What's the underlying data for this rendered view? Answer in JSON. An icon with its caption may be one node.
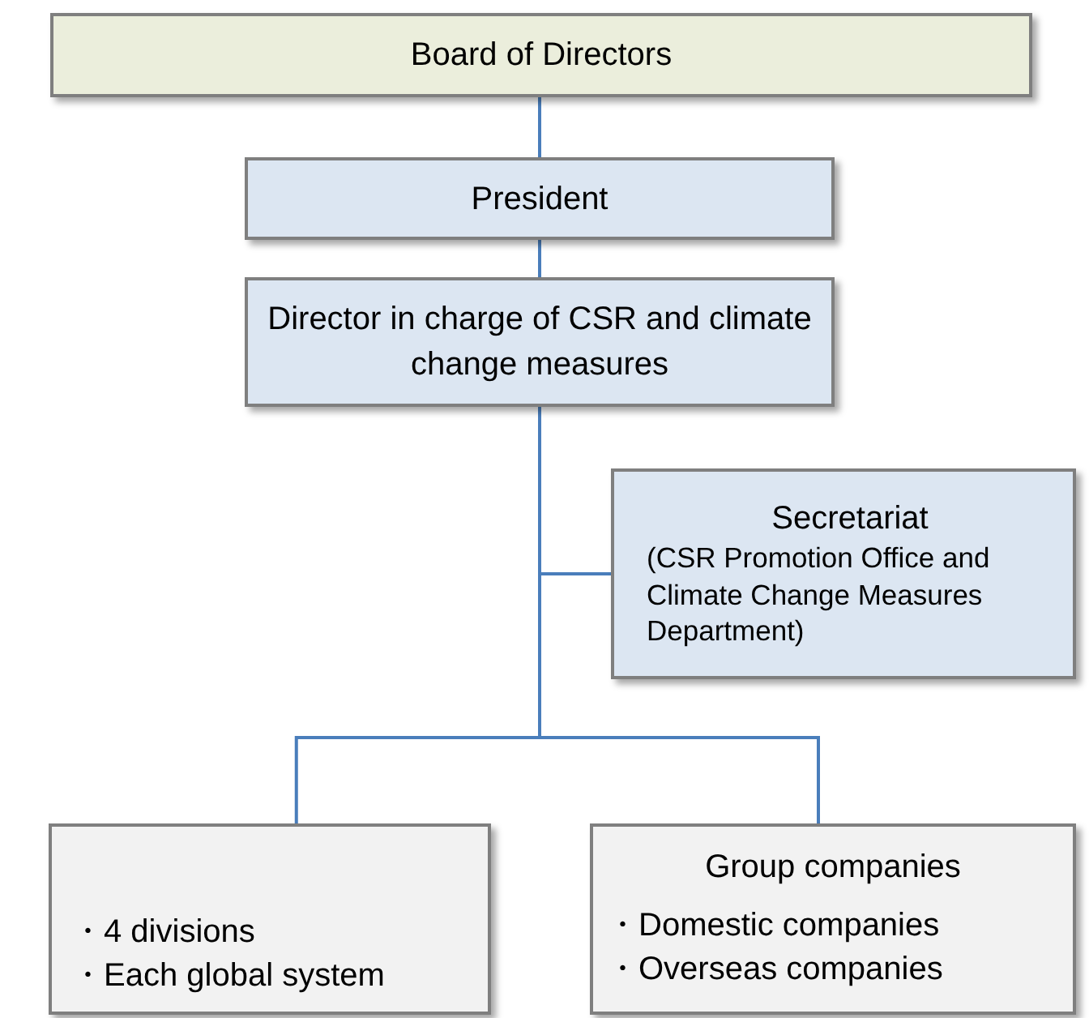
{
  "diagram": {
    "nodes": [
      {
        "text": [
          "Board of Directors"
        ]
      },
      {
        "text": [
          "President"
        ]
      },
      {
        "text": [
          "Director in charge of CSR and climate change measures"
        ]
      },
      {
        "text": [
          "Secretariat",
          "(CSR Promotion Office and Climate Change Measures Department)"
        ]
      },
      {
        "text": [
          "・4 divisions",
          "・Each global system"
        ]
      },
      {
        "text": [
          "Group companies",
          "・Domestic companies",
          "・Overseas companies"
        ]
      }
    ],
    "edges": [
      {
        "from": 0,
        "to": 1,
        "arrow": "none"
      },
      {
        "from": 1,
        "to": 2,
        "arrow": "none"
      },
      {
        "from": 2,
        "to": 3,
        "arrow": "none"
      },
      {
        "from": 2,
        "to": 4,
        "arrow": "none"
      },
      {
        "from": 2,
        "to": 5,
        "arrow": "none"
      }
    ]
  }
}
